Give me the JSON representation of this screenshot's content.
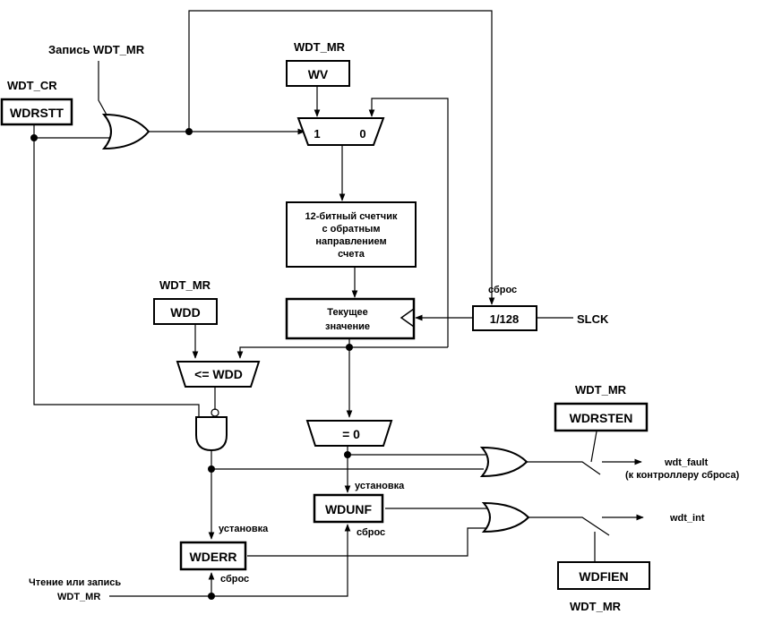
{
  "labels": {
    "write_wdt_mr": "Запись WDT_MR",
    "wdt_cr": "WDT_CR",
    "wdt_mr_top": "WDT_MR",
    "wdt_mr_wdd": "WDT_MR",
    "wdt_mr_rsten": "WDT_MR",
    "wdt_mr_bottom": "WDT_MR",
    "reset_1128": "сброс",
    "slck": "SLCK",
    "set_wdunf": "установка",
    "reset_wdunf": "сброс",
    "set_wderr": "установка",
    "reset_wderr": "сброс",
    "read_write_line1": "Чтение или запись",
    "read_write_line2": "WDT_MR",
    "wdt_fault": "wdt_fault",
    "wdt_fault_note": "(к контроллеру сброса)",
    "wdt_int": "wdt_int"
  },
  "blocks": {
    "wdrstt": "WDRSTT",
    "wv": "WV",
    "mux_in1": "1",
    "mux_in0": "0",
    "counter_l1": "12-битный счетчик",
    "counter_l2": "с обратным",
    "counter_l3": "направлением",
    "counter_l4": "счета",
    "current_l1": "Текущее",
    "current_l2": "значение",
    "div": "1/128",
    "wdd": "WDD",
    "cmp_wdd": "<= WDD",
    "cmp_zero": "= 0",
    "wdrsten": "WDRSTEN",
    "wdunf": "WDUNF",
    "wderr": "WDERR",
    "wdfien": "WDFIEN"
  }
}
